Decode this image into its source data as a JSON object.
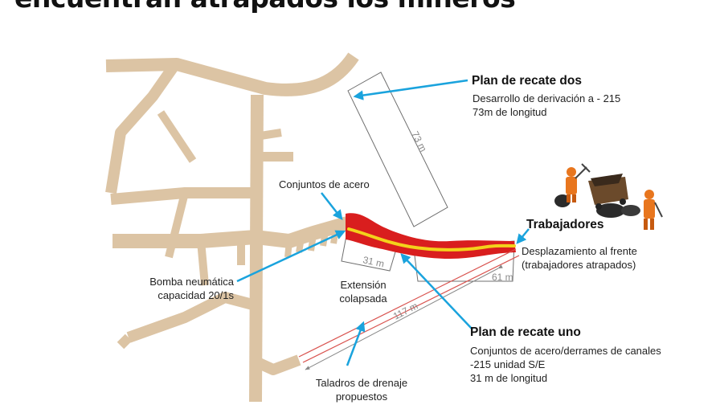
{
  "headline": "encuentran atrapados los mineros",
  "plan_dos": {
    "title": "Plan de recate dos",
    "line1": "Desarrollo de derivación a - 215",
    "line2": "73m de longitud"
  },
  "plan_uno": {
    "title": "Plan de recate uno",
    "line1": "Conjuntos de acero/derrames de canales",
    "line2": "-215 unidad S/E",
    "line3": "31 m de longitud"
  },
  "trabajadores": {
    "title": "Trabajadores",
    "line1": "Desplazamiento al frente",
    "line2": "(trabajadores atrapados)"
  },
  "labels": {
    "conjuntos": "Conjuntos de acero",
    "bomba1": "Bomba neumática",
    "bomba2": "capacidad 20/1s",
    "extension1": "Extensión",
    "extension2": "colapsada",
    "taladros1": "Taladros de drenaje",
    "taladros2": "propuestos"
  },
  "measures": {
    "m73": "73 m",
    "m31": "31 m",
    "m61": "61 m",
    "m117": "117 m"
  },
  "colors": {
    "tunnel": "#dcc4a4",
    "arrow": "#1aa3dd",
    "collapse_red": "#d91e1e",
    "collapse_yellow": "#f3d21b",
    "drill_red": "#d9534f",
    "worker_orange": "#e8761e"
  },
  "icons": [
    "miners-illustration-icon",
    "ore-cart-icon"
  ]
}
